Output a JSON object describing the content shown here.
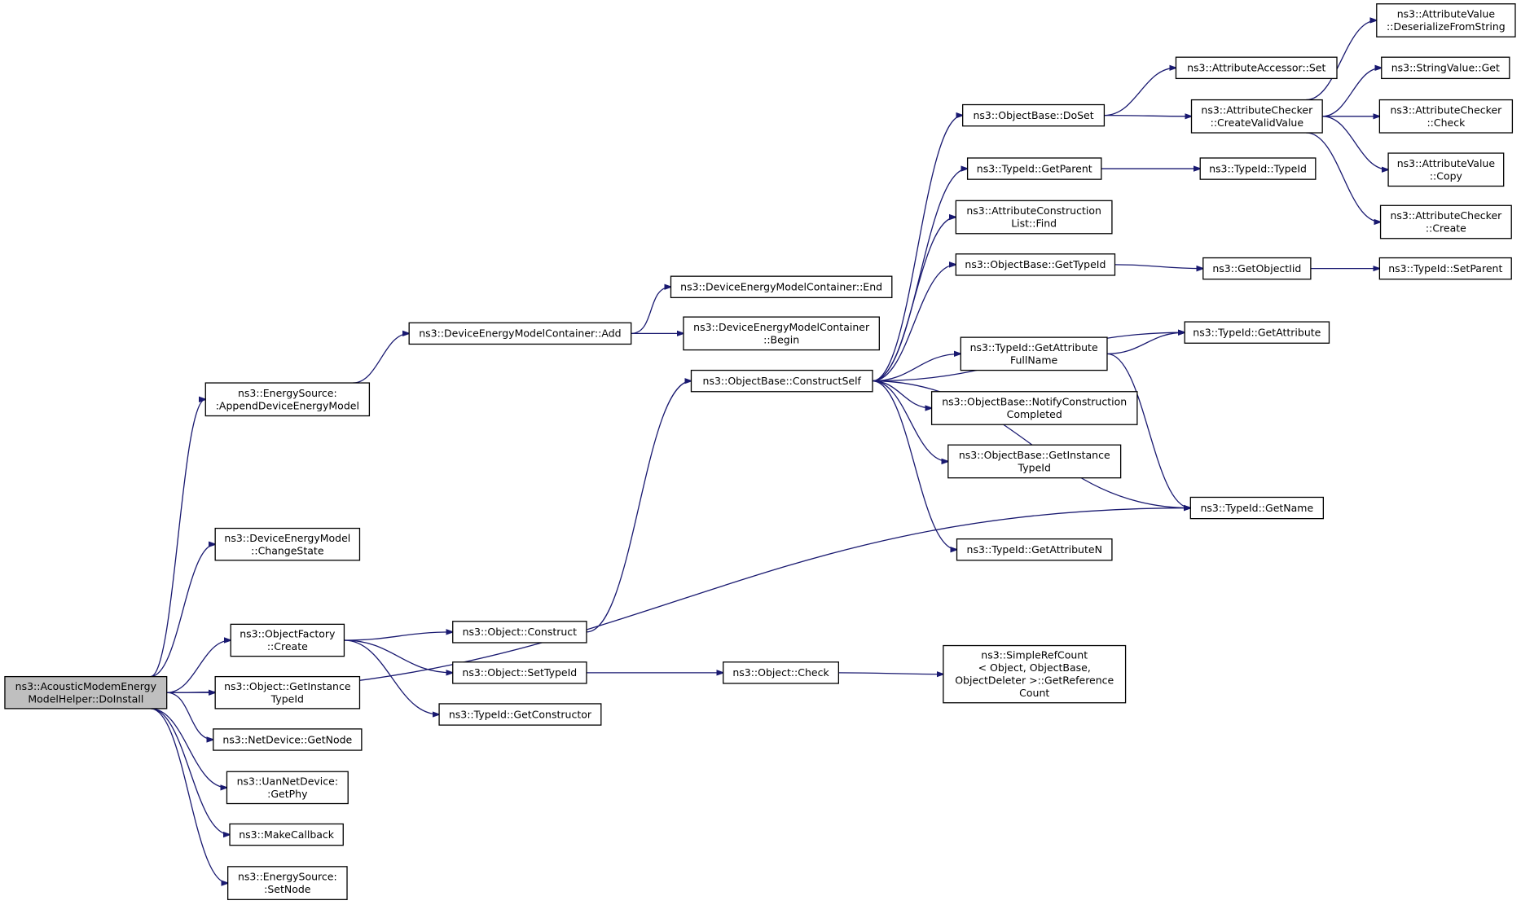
{
  "graph": {
    "nodes": [
      {
        "id": "root",
        "lines": [
          "ns3::AcousticModemEnergy",
          "ModelHelper::DoInstall"
        ],
        "root": true
      },
      {
        "id": "appendDev",
        "lines": [
          "ns3::EnergySource:",
          ":AppendDeviceEnergyModel"
        ]
      },
      {
        "id": "changeState",
        "lines": [
          "ns3::DeviceEnergyModel",
          "::ChangeState"
        ]
      },
      {
        "id": "ofCreate",
        "lines": [
          "ns3::ObjectFactory",
          "::Create"
        ]
      },
      {
        "id": "objGetInst",
        "lines": [
          "ns3::Object::GetInstance",
          "TypeId"
        ]
      },
      {
        "id": "netGetNode",
        "lines": [
          "ns3::NetDevice::GetNode"
        ]
      },
      {
        "id": "uanGetPhy",
        "lines": [
          "ns3::UanNetDevice:",
          ":GetPhy"
        ]
      },
      {
        "id": "makeCb",
        "lines": [
          "ns3::MakeCallback"
        ]
      },
      {
        "id": "esSetNode",
        "lines": [
          "ns3::EnergySource:",
          ":SetNode"
        ]
      },
      {
        "id": "demcAdd",
        "lines": [
          "ns3::DeviceEnergyModelContainer::Add"
        ]
      },
      {
        "id": "demcEnd",
        "lines": [
          "ns3::DeviceEnergyModelContainer::End"
        ]
      },
      {
        "id": "demcBegin",
        "lines": [
          "ns3::DeviceEnergyModelContainer",
          "::Begin"
        ]
      },
      {
        "id": "objConstruct",
        "lines": [
          "ns3::Object::Construct"
        ]
      },
      {
        "id": "objSetTypeId",
        "lines": [
          "ns3::Object::SetTypeId"
        ]
      },
      {
        "id": "tidGetCtor",
        "lines": [
          "ns3::TypeId::GetConstructor"
        ]
      },
      {
        "id": "obConstructSelf",
        "lines": [
          "ns3::ObjectBase::ConstructSelf"
        ]
      },
      {
        "id": "objCheck",
        "lines": [
          "ns3::Object::Check"
        ]
      },
      {
        "id": "simpleRef",
        "lines": [
          "ns3::SimpleRefCount",
          "< Object, ObjectBase,",
          "ObjectDeleter >::GetReference",
          "Count"
        ]
      },
      {
        "id": "obDoSet",
        "lines": [
          "ns3::ObjectBase::DoSet"
        ]
      },
      {
        "id": "tidGetParent",
        "lines": [
          "ns3::TypeId::GetParent"
        ]
      },
      {
        "id": "acFind",
        "lines": [
          "ns3::AttributeConstruction",
          "List::Find"
        ]
      },
      {
        "id": "obGetTypeId",
        "lines": [
          "ns3::ObjectBase::GetTypeId"
        ]
      },
      {
        "id": "tidGetAttrFull",
        "lines": [
          "ns3::TypeId::GetAttribute",
          "FullName"
        ]
      },
      {
        "id": "obNotify",
        "lines": [
          "ns3::ObjectBase::NotifyConstruction",
          "Completed"
        ]
      },
      {
        "id": "obGetInst",
        "lines": [
          "ns3::ObjectBase::GetInstance",
          "TypeId"
        ]
      },
      {
        "id": "tidGetAttrN",
        "lines": [
          "ns3::TypeId::GetAttributeN"
        ]
      },
      {
        "id": "aaSet",
        "lines": [
          "ns3::AttributeAccessor::Set"
        ]
      },
      {
        "id": "acCreateValid",
        "lines": [
          "ns3::AttributeChecker",
          "::CreateValidValue"
        ]
      },
      {
        "id": "tidTypeId",
        "lines": [
          "ns3::TypeId::TypeId"
        ]
      },
      {
        "id": "getObjectIid",
        "lines": [
          "ns3::GetObjectIid"
        ]
      },
      {
        "id": "tidGetAttribute",
        "lines": [
          "ns3::TypeId::GetAttribute"
        ]
      },
      {
        "id": "tidGetName",
        "lines": [
          "ns3::TypeId::GetName"
        ]
      },
      {
        "id": "avDeser",
        "lines": [
          "ns3::AttributeValue",
          "::DeserializeFromString"
        ]
      },
      {
        "id": "svGet",
        "lines": [
          "ns3::StringValue::Get"
        ]
      },
      {
        "id": "acCheck",
        "lines": [
          "ns3::AttributeChecker",
          "::Check"
        ]
      },
      {
        "id": "avCopy",
        "lines": [
          "ns3::AttributeValue",
          "::Copy"
        ]
      },
      {
        "id": "acCreate",
        "lines": [
          "ns3::AttributeChecker",
          "::Create"
        ]
      },
      {
        "id": "tidSetParent",
        "lines": [
          "ns3::TypeId::SetParent"
        ]
      }
    ],
    "edges": [
      [
        "root",
        "appendDev"
      ],
      [
        "root",
        "changeState"
      ],
      [
        "root",
        "tidGetName"
      ],
      [
        "root",
        "ofCreate"
      ],
      [
        "root",
        "objGetInst"
      ],
      [
        "root",
        "netGetNode"
      ],
      [
        "root",
        "uanGetPhy"
      ],
      [
        "root",
        "makeCb"
      ],
      [
        "root",
        "esSetNode"
      ],
      [
        "appendDev",
        "demcAdd"
      ],
      [
        "demcAdd",
        "demcEnd"
      ],
      [
        "demcAdd",
        "demcBegin"
      ],
      [
        "ofCreate",
        "objConstruct"
      ],
      [
        "ofCreate",
        "objSetTypeId"
      ],
      [
        "ofCreate",
        "tidGetCtor"
      ],
      [
        "objConstruct",
        "obConstructSelf"
      ],
      [
        "objSetTypeId",
        "objCheck"
      ],
      [
        "objCheck",
        "simpleRef"
      ],
      [
        "obConstructSelf",
        "obDoSet"
      ],
      [
        "obConstructSelf",
        "tidGetParent"
      ],
      [
        "obConstructSelf",
        "acFind"
      ],
      [
        "obConstructSelf",
        "obGetTypeId"
      ],
      [
        "obConstructSelf",
        "tidGetAttribute"
      ],
      [
        "obConstructSelf",
        "tidGetAttrFull"
      ],
      [
        "obConstructSelf",
        "obNotify"
      ],
      [
        "obConstructSelf",
        "obGetInst"
      ],
      [
        "obConstructSelf",
        "tidGetName"
      ],
      [
        "obConstructSelf",
        "tidGetAttrN"
      ],
      [
        "obDoSet",
        "aaSet"
      ],
      [
        "obDoSet",
        "acCreateValid"
      ],
      [
        "tidGetParent",
        "tidTypeId"
      ],
      [
        "obGetTypeId",
        "getObjectIid"
      ],
      [
        "getObjectIid",
        "tidSetParent"
      ],
      [
        "tidGetAttrFull",
        "tidGetAttribute"
      ],
      [
        "tidGetAttrFull",
        "tidGetName"
      ],
      [
        "acCreateValid",
        "avDeser"
      ],
      [
        "acCreateValid",
        "svGet"
      ],
      [
        "acCreateValid",
        "acCheck"
      ],
      [
        "acCreateValid",
        "avCopy"
      ],
      [
        "acCreateValid",
        "acCreate"
      ]
    ]
  }
}
